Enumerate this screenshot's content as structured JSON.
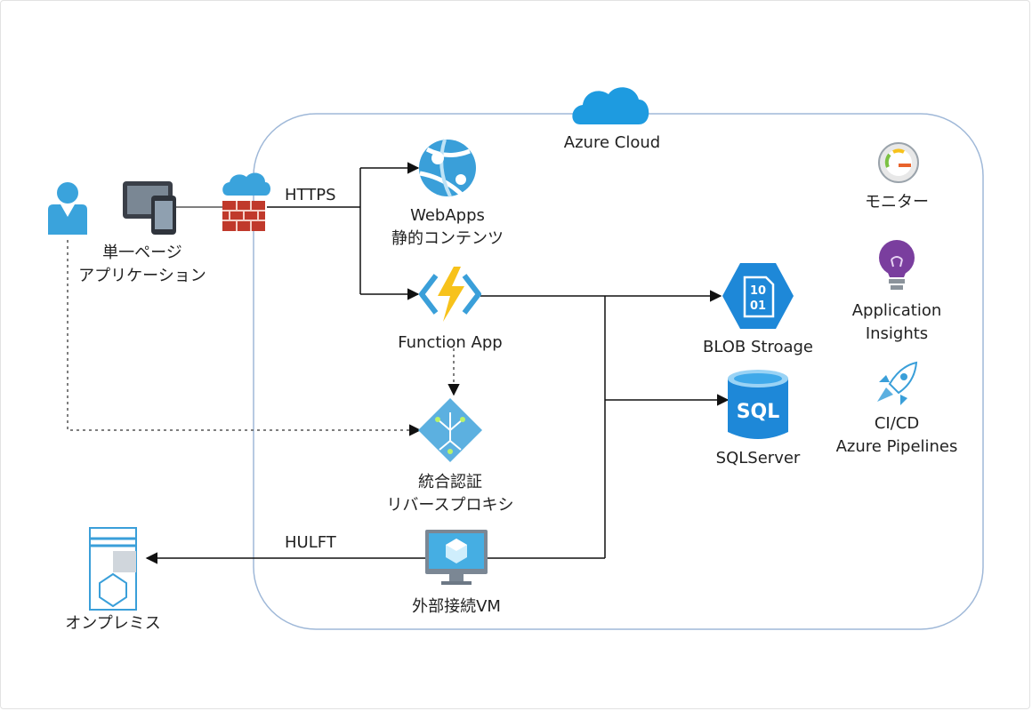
{
  "cloud": {
    "title": "Azure Cloud"
  },
  "user": {
    "label_line1": "単一ページ",
    "label_line2": "アプリケーション"
  },
  "edges": {
    "https": "HTTPS",
    "hulft": "HULFT"
  },
  "webapps": {
    "line1": "WebApps",
    "line2": "静的コンテンツ"
  },
  "function_app": {
    "label": "Function App"
  },
  "auth_proxy": {
    "line1": "統合認証",
    "line2": "リバースプロキシ"
  },
  "vm": {
    "label": "外部接続VM"
  },
  "onprem": {
    "label": "オンプレミス"
  },
  "blob": {
    "label": "BLOB Stroage",
    "icon_text_1": "10",
    "icon_text_2": "01"
  },
  "sql": {
    "label": "SQLServer",
    "icon_text": "SQL"
  },
  "monitor": {
    "label": "モニター"
  },
  "app_insights": {
    "line1": "Application",
    "line2": "Insights"
  },
  "cicd": {
    "line1": "CI/CD",
    "line2": "Azure Pipelines"
  },
  "colors": {
    "azure_blue": "#0078d4",
    "light_blue": "#50b8e8",
    "firewall_red": "#c0392b",
    "function_yellow": "#f7c21b",
    "insights_purple": "#7a3e9e",
    "border_blue": "#9fb8d8"
  }
}
